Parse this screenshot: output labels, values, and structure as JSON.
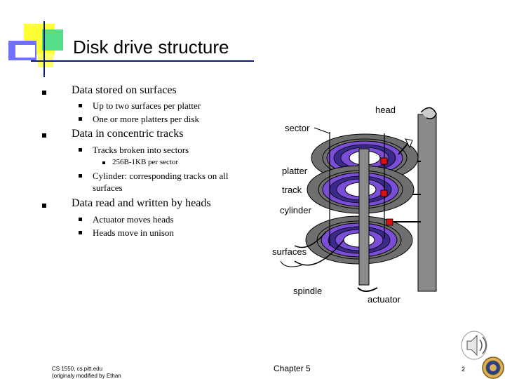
{
  "slide": {
    "title": "Disk drive structure",
    "bullets": [
      {
        "text": "Data stored on surfaces",
        "sub": [
          {
            "text": "Up to two surfaces per platter"
          },
          {
            "text": "One or more platters per disk"
          }
        ]
      },
      {
        "text": "Data in concentric tracks",
        "sub": [
          {
            "text": "Tracks broken into sectors",
            "sub": [
              {
                "text": "256B-1KB per sector"
              }
            ]
          },
          {
            "text": "Cylinder: corresponding tracks on all",
            "text2": "surfaces"
          }
        ]
      },
      {
        "text": "Data read and written by heads",
        "sub": [
          {
            "text": "Actuator moves heads"
          },
          {
            "text": "Heads move in unison"
          }
        ]
      }
    ]
  },
  "diagram": {
    "labels": {
      "head": "head",
      "sector": "sector",
      "platter": "platter",
      "track": "track",
      "cylinder": "cylinder",
      "surfaces": "surfaces",
      "spindle": "spindle",
      "actuator": "actuator"
    }
  },
  "footer": {
    "course_line1": "CS 1550, cs.pitt.edu",
    "course_line2": "(originaly modified by Ethan",
    "chapter": "Chapter 5",
    "page": "2"
  },
  "colors": {
    "accent_yellow": "#ffff00",
    "accent_blue": "#6666ff",
    "accent_green": "#33cc66",
    "platter_gray": "#707070",
    "track_purple": "#6a3fc4"
  }
}
